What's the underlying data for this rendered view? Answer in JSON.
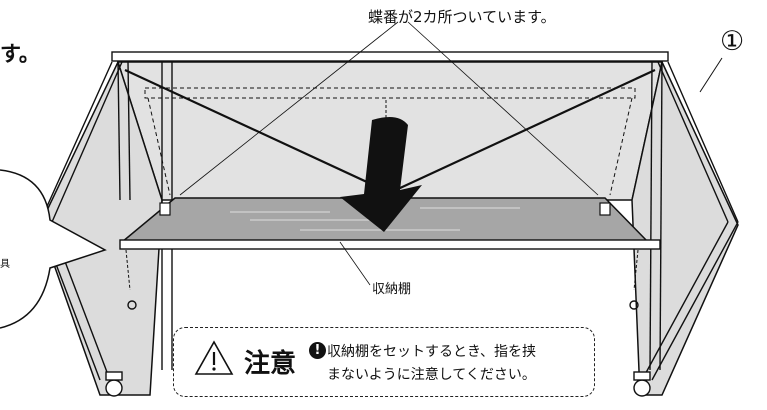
{
  "labels": {
    "hinge_note": "蝶番が2カ所ついています。",
    "part_number": "①",
    "cut_top_left": "す。",
    "cut_bubble_char": "具",
    "shelf": "収納棚"
  },
  "caution": {
    "icon": "warning-triangle-icon",
    "title": "注意",
    "mark": "!",
    "line1": "収納棚をセットするとき、指を挟",
    "line2": "まないように注意してください。"
  },
  "colors": {
    "panel": "#e2e2e2",
    "shelf": "#a6a6a6",
    "ink": "#111111"
  }
}
